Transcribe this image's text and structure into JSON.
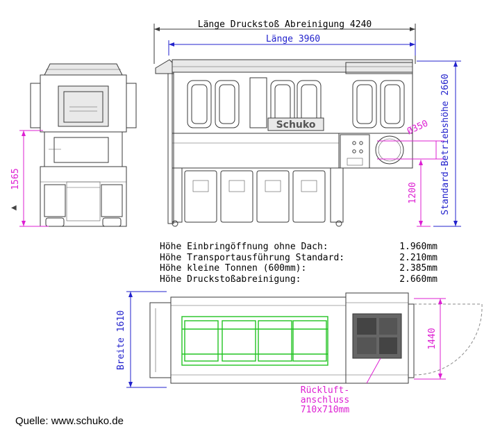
{
  "dimensions": {
    "length_total": "Länge Druckstoß Abreinigung 4240",
    "length": "Länge 3960",
    "height_left": "1565",
    "diameter": "Ø350",
    "height_1200": "1200",
    "standard_height": "Standard-Betriebshöhe 2660",
    "width": "Breite 1610",
    "width_1440": "1440"
  },
  "machine_label": "Schuko",
  "specs": [
    {
      "label": "Höhe Einbringöffnung ohne Dach:",
      "value": "1.960mm"
    },
    {
      "label": "Höhe Transportausführung Standard:",
      "value": "2.210mm"
    },
    {
      "label": "Höhe kleine Tonnen (600mm):",
      "value": "2.385mm"
    },
    {
      "label": "Höhe Druckstoßabreinigung:",
      "value": "2.660mm"
    }
  ],
  "return_air": {
    "line1": "Rückluft-",
    "line2": "anschluss",
    "line3": "710x710mm"
  },
  "source": "Quelle: www.schuko.de",
  "colors": {
    "dimension_blue": "#2222cc",
    "dimension_magenta": "#dd1fd2",
    "bins_green": "#22c322",
    "outline": "#3a3a3a"
  }
}
